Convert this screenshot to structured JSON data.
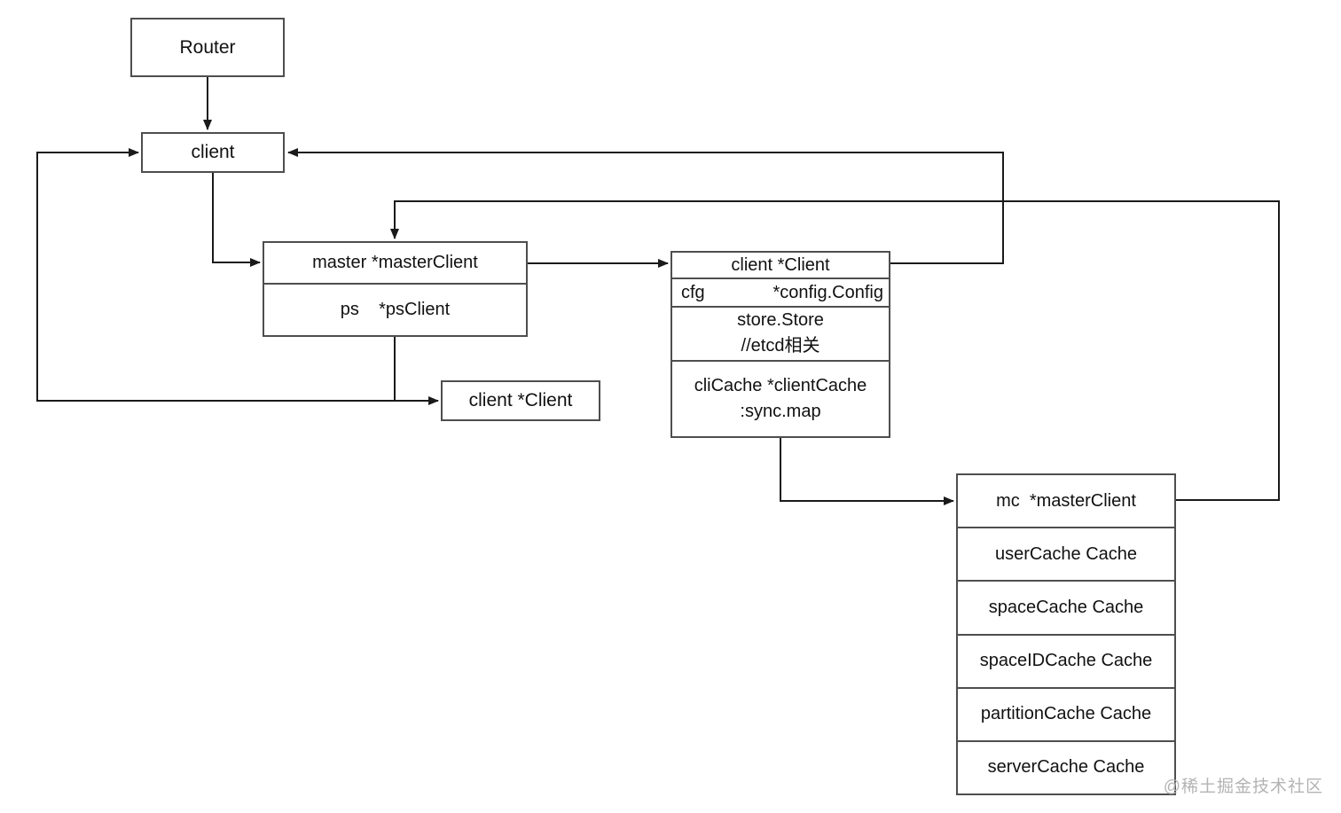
{
  "colors": {
    "background": "#ffffff",
    "box_border": "#4e4e4e",
    "connector_line": "#1a1a1a",
    "text": "#111111",
    "watermark": "#b3b3b3"
  },
  "nodes": {
    "router": {
      "label": "Router"
    },
    "client": {
      "label": "client"
    },
    "master_struct": {
      "field1": "master *masterClient",
      "field2": "ps    *psClient"
    },
    "client_small": {
      "label": "client *Client"
    },
    "client_struct": {
      "header": "client *Client",
      "cfg_name": "cfg",
      "cfg_type": "*config.Config",
      "store_line1": "store.Store",
      "store_line2": "//etcd相关",
      "cache_line1": "cliCache *clientCache",
      "cache_line2": ":sync.map"
    },
    "mc_struct": {
      "rows": [
        "mc  *masterClient",
        "userCache Cache",
        "spaceCache Cache",
        "spaceIDCache Cache",
        "partitionCache Cache",
        "serverCache Cache"
      ]
    }
  },
  "edges": [
    {
      "from": "Router",
      "to": "client"
    },
    {
      "from": "client",
      "to": "master *masterClient"
    },
    {
      "from": "master *masterClient",
      "to": "client *Client (struct)"
    },
    {
      "from": "client *Client (struct)",
      "to": "client"
    },
    {
      "from": "ps *psClient",
      "to": "client *Client (small)"
    },
    {
      "from": "ps *psClient",
      "to": "client"
    },
    {
      "from": "cliCache *clientCache",
      "to": "mc *masterClient"
    },
    {
      "from": "mc *masterClient",
      "to": "master *masterClient"
    }
  ],
  "watermark": "@稀土掘金技术社区"
}
